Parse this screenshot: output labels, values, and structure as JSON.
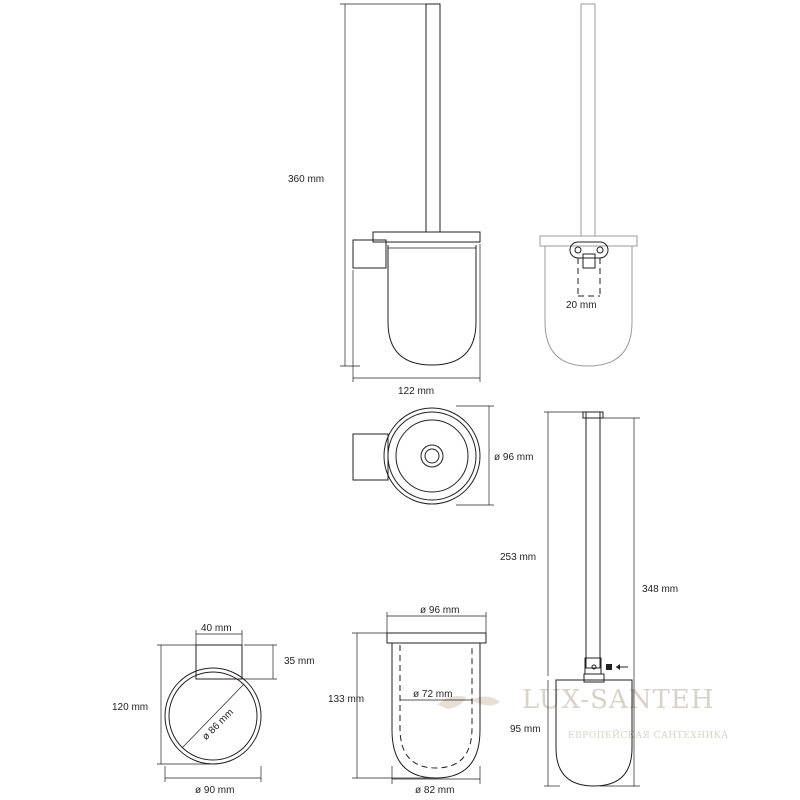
{
  "labels": {
    "height_total": "360 mm",
    "width_total": "122 mm",
    "bracket_width": "20 mm",
    "diameter_top": "ø 96 mm",
    "brush_length_handle": "253 mm",
    "brush_length_total": "348 mm",
    "bracket_40": "40 mm",
    "bracket_35": "35 mm",
    "height_120": "120 mm",
    "diameter_86": "ø 86 mm",
    "diameter_90": "ø 90 mm",
    "cup_diameter_top": "ø 96 mm",
    "cup_height": "133 mm",
    "cup_inner": "ø 72 mm",
    "cup_bottom": "ø 82 mm",
    "brush_head": "95 mm"
  },
  "watermark": {
    "title": "LUX-SANTEH",
    "subtitle": "ЕВРОПЕЙСКАЯ САНТЕХНИКА"
  }
}
